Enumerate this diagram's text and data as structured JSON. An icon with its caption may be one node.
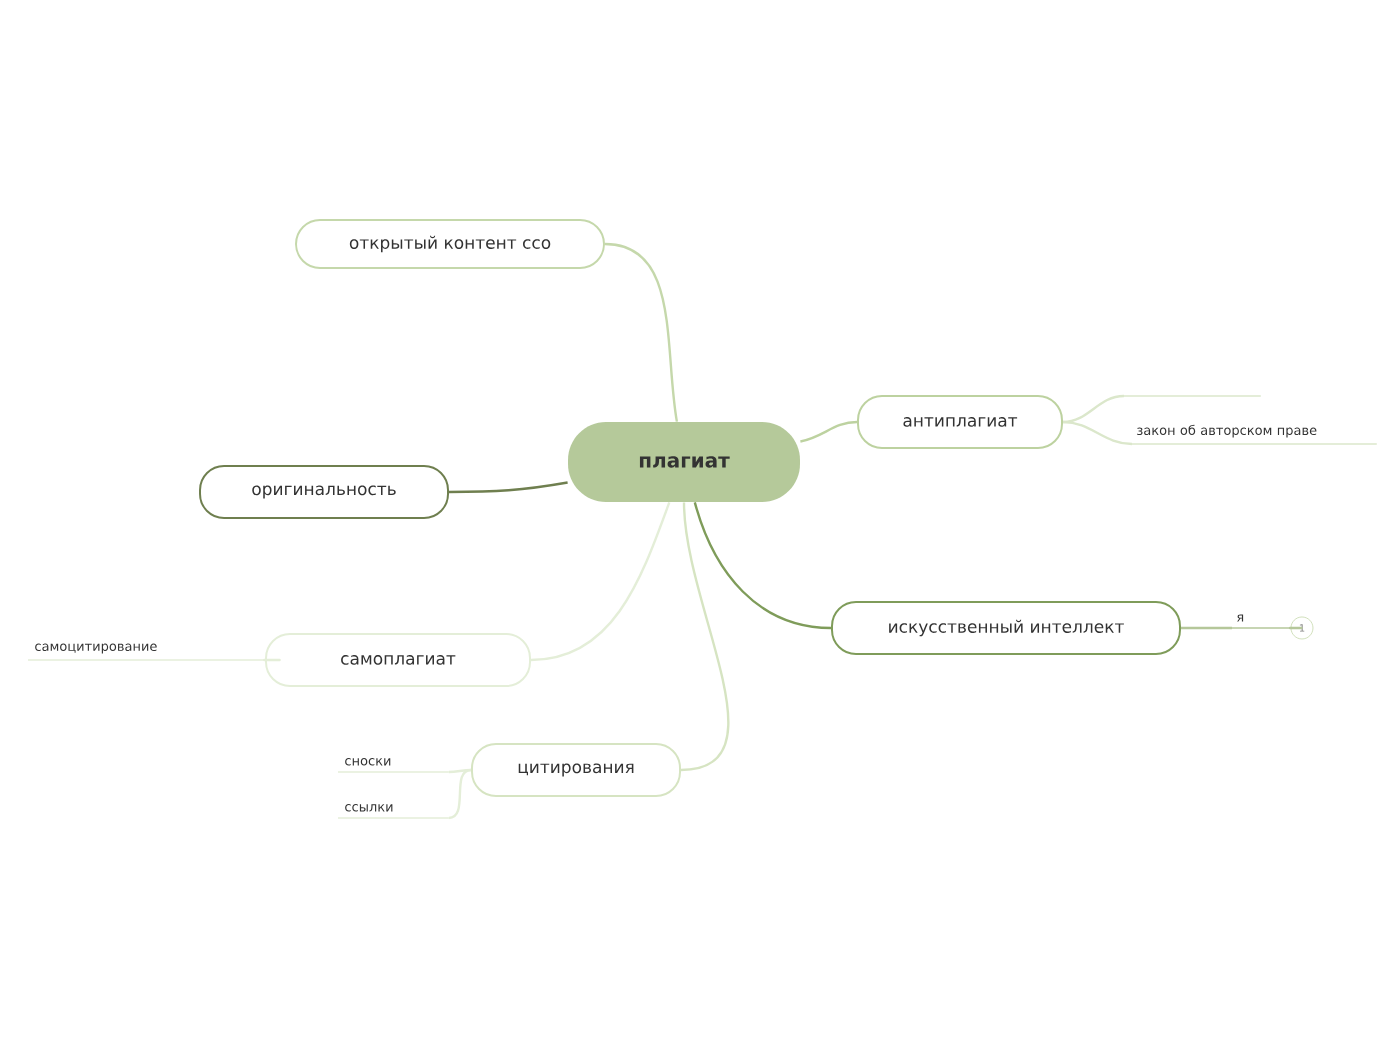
{
  "diagram": {
    "nodes": [
      {
        "text": [
          "плагиат"
        ]
      },
      {
        "text": [
          "открытый контент cco"
        ]
      },
      {
        "text": [
          "антиплагиат"
        ]
      },
      {
        "text": [],
        "shape": "line"
      },
      {
        "text": [
          "закон об авторском праве"
        ]
      },
      {
        "text": [
          "оригинальность"
        ]
      },
      {
        "text": [
          "искусственный интеллект"
        ]
      },
      {
        "text": [
          "я"
        ]
      },
      {
        "text": [
          "1"
        ]
      },
      {
        "text": [
          "самоплагиат"
        ]
      },
      {
        "text": [
          "самоцитирование"
        ]
      },
      {
        "text": [
          "цитирования"
        ]
      },
      {
        "text": [
          "сноски"
        ]
      },
      {
        "text": [
          "ссылки"
        ]
      }
    ],
    "edges": [
      {
        "from": 0,
        "to": 1,
        "arrow": "none",
        "color": "#c5d8ab"
      },
      {
        "from": 0,
        "to": 2,
        "arrow": "none",
        "color": "#bdd2a0"
      },
      {
        "from": 2,
        "to": 3,
        "arrow": "none",
        "color": "#dbe7cb"
      },
      {
        "from": 2,
        "to": 4,
        "arrow": "none",
        "color": "#dbe7cb"
      },
      {
        "from": 0,
        "to": 5,
        "arrow": "none",
        "color": "#6f7f4f"
      },
      {
        "from": 0,
        "to": 6,
        "arrow": "none",
        "color": "#7f9c5a"
      },
      {
        "from": 6,
        "to": 7,
        "arrow": "none",
        "color": "#b5c79a"
      },
      {
        "from": 7,
        "to": 8,
        "arrow": "none",
        "color": "#b5c79a"
      },
      {
        "from": 0,
        "to": 9,
        "arrow": "none",
        "color": "#e4eed8"
      },
      {
        "from": 9,
        "to": 10,
        "arrow": "none",
        "color": "#e4eed8"
      },
      {
        "from": 0,
        "to": 11,
        "arrow": "none",
        "color": "#d6e4c2"
      },
      {
        "from": 11,
        "to": 12,
        "arrow": "none",
        "color": "#e4eed8"
      },
      {
        "from": 11,
        "to": 13,
        "arrow": "none",
        "color": "#e4eed8"
      }
    ]
  }
}
